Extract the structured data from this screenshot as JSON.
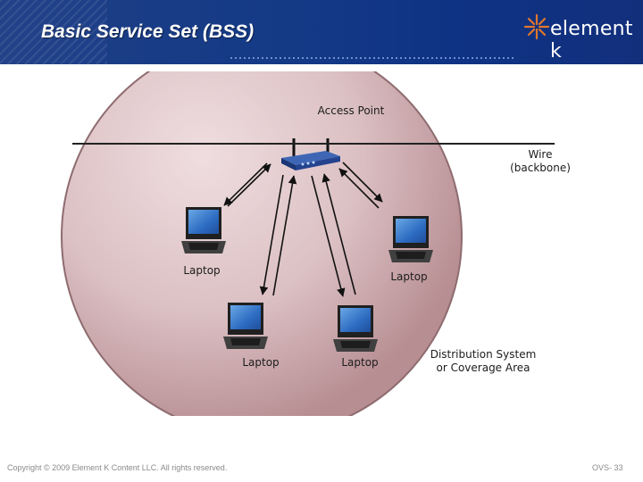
{
  "header": {
    "title": "Basic Service Set (BSS)",
    "logo_text": "element k"
  },
  "diagram": {
    "access_point_label": "Access Point",
    "wire_label_line1": "Wire",
    "wire_label_line2": "(backbone)",
    "laptop_labels": [
      "Laptop",
      "Laptop",
      "Laptop",
      "Laptop"
    ],
    "area_label_line1": "Distribution System",
    "area_label_line2": "or Coverage Area"
  },
  "footer": {
    "copyright": "Copyright © 2009 Element K Content LLC. All rights reserved.",
    "slide_number": "OVS- 33"
  },
  "colors": {
    "header_blue": "#143a86",
    "area_fill": "#c9a6a9",
    "wire": "#222222"
  }
}
